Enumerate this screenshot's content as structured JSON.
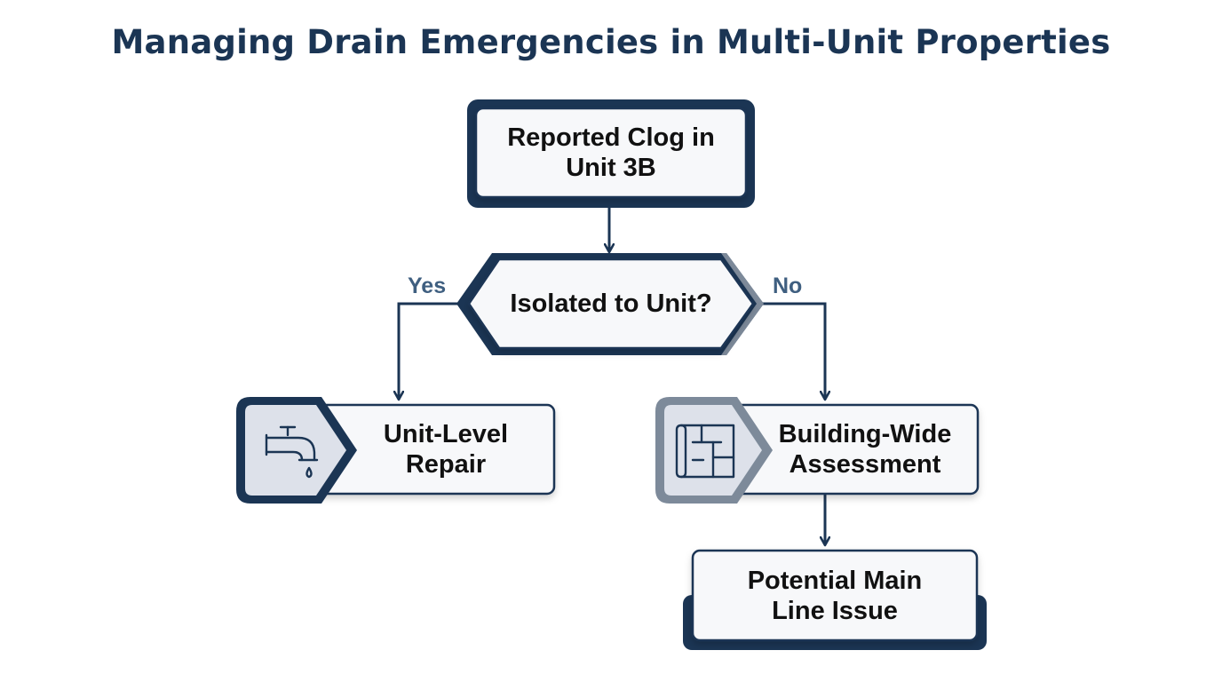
{
  "title": "Managing Drain Emergencies in Multi-Unit Properties",
  "colors": {
    "navy": "#1b3554",
    "slate": "#7d8a9a",
    "panel": "#f7f8fa",
    "icon_panel": "#dde1ea",
    "branch_label": "#3f5f80"
  },
  "nodes": {
    "start": {
      "text": "Reported Clog in\nUnit 3B"
    },
    "decision": {
      "text": "Isolated to Unit?"
    },
    "unit_repair": {
      "text": "Unit-Level\nRepair",
      "icon": "faucet-icon"
    },
    "building_assessment": {
      "text": "Building-Wide\nAssessment",
      "icon": "blueprint-icon"
    },
    "main_line": {
      "text": "Potential Main\nLine Issue"
    }
  },
  "branches": {
    "yes": "Yes",
    "no": "No"
  }
}
